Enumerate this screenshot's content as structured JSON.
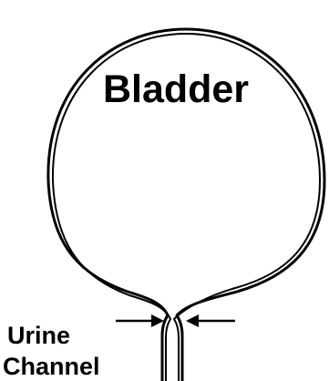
{
  "labels": {
    "organ": "Bladder",
    "channel_line1": "Urine",
    "channel_line2": "Channel"
  },
  "colors": {
    "outline": "#000000",
    "background": "#ffffff"
  },
  "icons": {
    "left_arrow": "arrow-right-icon",
    "right_arrow": "arrow-left-icon"
  }
}
